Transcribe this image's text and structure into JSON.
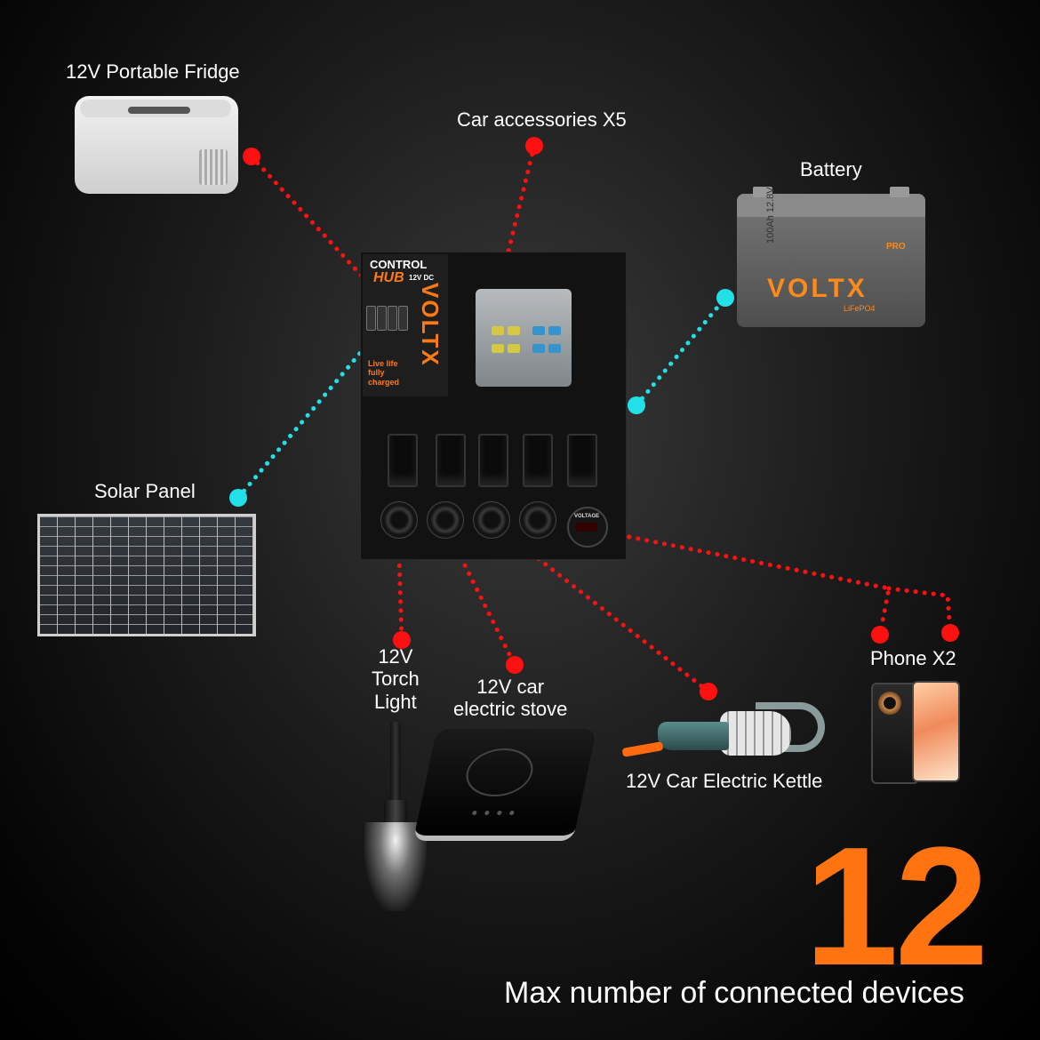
{
  "labels": {
    "fridge": "12V Portable Fridge",
    "car_accessories": "Car accessories X5",
    "battery": "Battery",
    "solar": "Solar Panel",
    "torch": "12V\nTorch\nLight",
    "stove": "12V car\nelectric stove",
    "kettle": "12V Car Electric Kettle",
    "phone": "Phone X2"
  },
  "hub": {
    "title": "CONTROL",
    "subtitle": "HUB",
    "voltage": "12V DC",
    "brand": "VOLTX",
    "tagline": "Live life\nfully\ncharged",
    "voltmeter_label": "VOLTAGE"
  },
  "battery_panel": {
    "brand": "VOLTX",
    "badge": "PRO",
    "spec": "100Ah 12.8V",
    "chemistry": "LiFePO4"
  },
  "summary": {
    "count": "12",
    "caption": "Max number of connected devices"
  },
  "colors": {
    "accent": "#ff7410",
    "wire_red": "#ff1010",
    "wire_cyan": "#22e0e8"
  }
}
